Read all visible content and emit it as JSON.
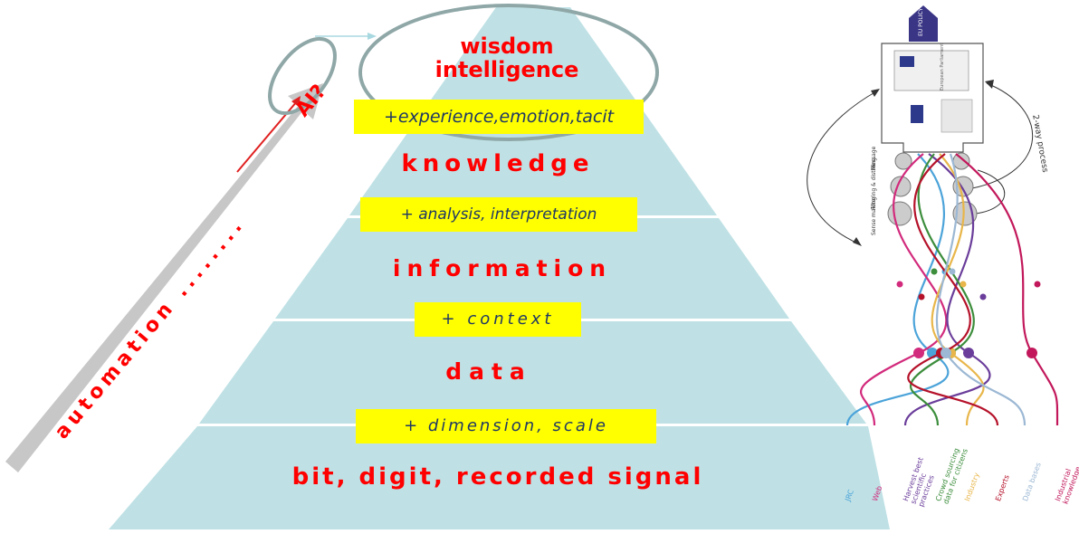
{
  "pyramid": {
    "top_lines": [
      "wisdom",
      "intelligence"
    ],
    "levels": [
      "knowledge",
      "information",
      "data",
      "bit, digit, recorded signal"
    ],
    "transitions": [
      "+experience,emotion,tacit",
      "+ analysis, interpretation",
      "+ context",
      "+ dimension, scale"
    ]
  },
  "automation": {
    "label": "automation ........",
    "ai_label": "AI?"
  },
  "policy": {
    "top_tag": "EU POLICY",
    "building_label": "European Parliament",
    "process_label": "2-way process",
    "stages": [
      "Message",
      "Filtering & distilling",
      "Sense making"
    ],
    "sources": [
      {
        "label": "JRC",
        "color": "#4ba3d9"
      },
      {
        "label": "Web",
        "color": "#d22a7c"
      },
      {
        "label": "Harvest best scientific practices",
        "color": "#6a3d9a"
      },
      {
        "label": "Crowd sourcing data for citizens",
        "color": "#3c8d3c"
      },
      {
        "label": "Industry",
        "color": "#e8b64a"
      },
      {
        "label": "Experts",
        "color": "#b5122a"
      },
      {
        "label": "Data bases",
        "color": "#9cb8d4"
      },
      {
        "label": "Industrial knowledge",
        "color": "#c2185b"
      }
    ]
  },
  "colors": {
    "pyramid": "#bfe1e5",
    "label": "#ff0000",
    "note_bg": "#ffff00",
    "note_text": "#1f3864",
    "arrow": "#c7c7c7",
    "ellipse": "#8fa7a7"
  }
}
